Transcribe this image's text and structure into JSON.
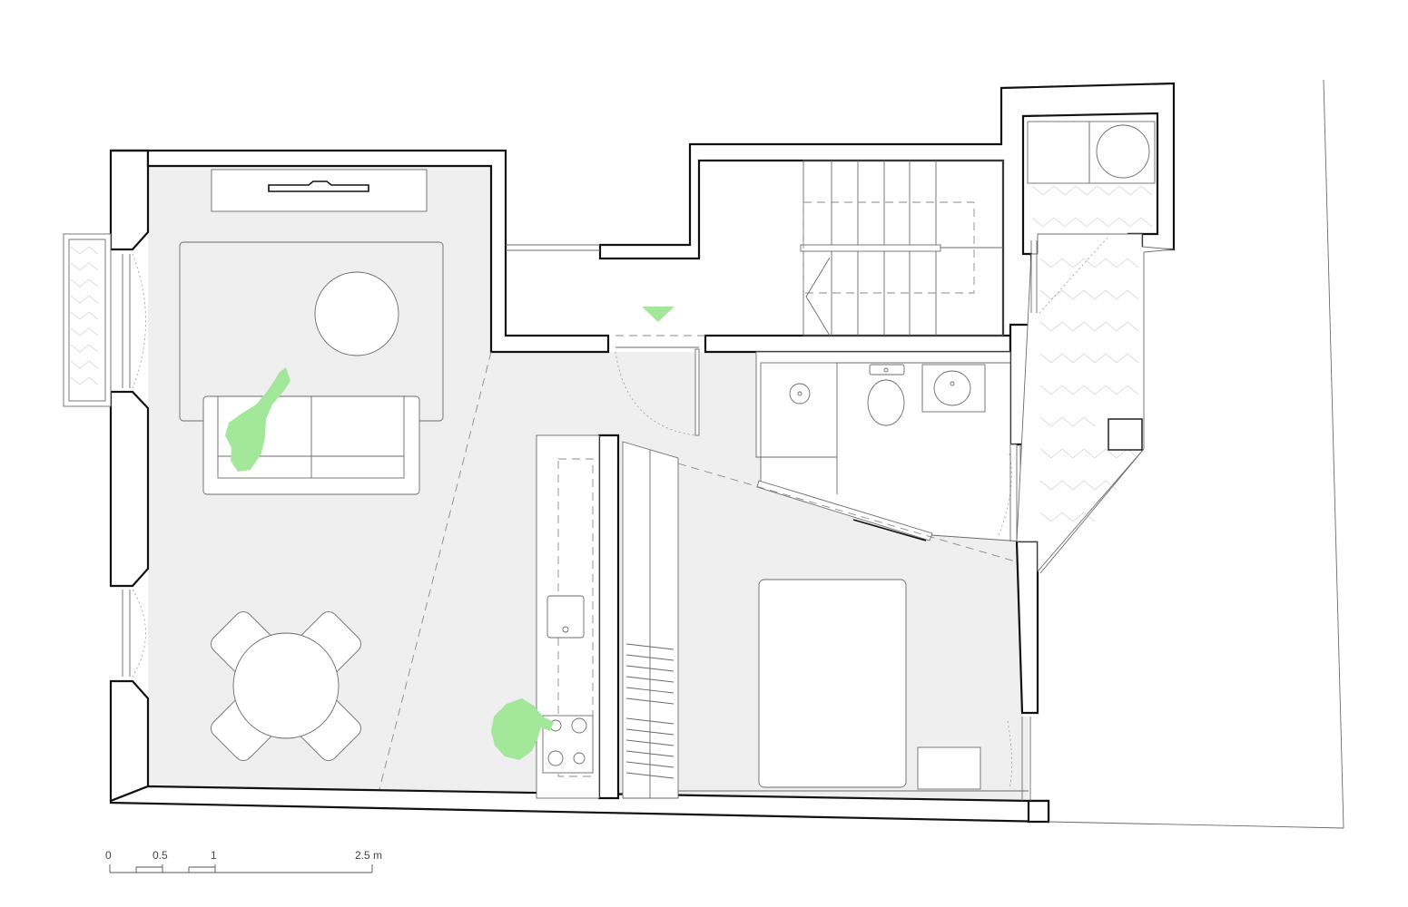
{
  "scale_bar": {
    "ticks": [
      {
        "label": "0",
        "meters": 0
      },
      {
        "label": "0.5",
        "meters": 0.5
      },
      {
        "label": "1",
        "meters": 1
      },
      {
        "label": "2.5 m",
        "meters": 2.5
      }
    ]
  },
  "colors": {
    "floor": "#efefef",
    "wall": "#111111",
    "accent_green": "#a3e89a",
    "background": "#ffffff"
  },
  "icons": [
    "entry-arrow-icon",
    "person-sofa-icon",
    "person-kitchen-icon"
  ]
}
